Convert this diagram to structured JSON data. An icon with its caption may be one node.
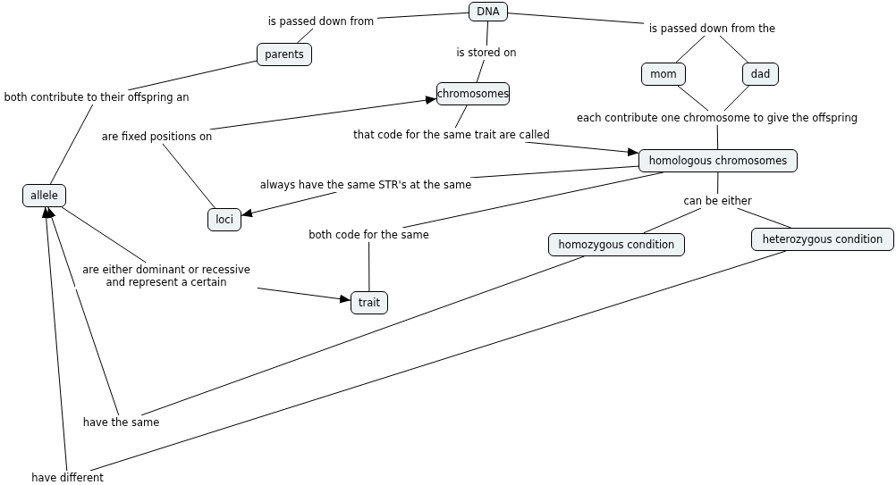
{
  "diagram": {
    "nodes": [
      {
        "text": [
          "DNA"
        ]
      },
      {
        "text": [
          "is passed down from"
        ]
      },
      {
        "text": [
          "is stored on"
        ]
      },
      {
        "text": [
          "is passed down from the"
        ]
      },
      {
        "text": [
          "parents"
        ]
      },
      {
        "text": [
          "mom"
        ]
      },
      {
        "text": [
          "dad"
        ]
      },
      {
        "text": [
          "chromosomes"
        ]
      },
      {
        "text": [
          "both contribute to their offspring an"
        ]
      },
      {
        "text": [
          "are fixed positions on"
        ]
      },
      {
        "text": [
          "that code for the same trait are called"
        ]
      },
      {
        "text": [
          "each contribute one chromosome to give the offspring"
        ]
      },
      {
        "text": [
          "homologous chromosomes"
        ]
      },
      {
        "text": [
          "allele"
        ]
      },
      {
        "text": [
          "always have the same STR's at the same"
        ]
      },
      {
        "text": [
          "loci"
        ]
      },
      {
        "text": [
          "can be either"
        ]
      },
      {
        "text": [
          "both code for the same"
        ]
      },
      {
        "text": [
          "homozygous condition"
        ]
      },
      {
        "text": [
          "heterozygous condition"
        ]
      },
      {
        "text": [
          "are either dominant or recessive and represent a certain"
        ]
      },
      {
        "text": [
          "trait"
        ]
      },
      {
        "text": [
          "have the same"
        ]
      },
      {
        "text": [
          "have different"
        ]
      }
    ],
    "edges": [
      {
        "from": 0,
        "to": 1,
        "arrow": "none"
      },
      {
        "from": 1,
        "to": 4,
        "arrow": "none"
      },
      {
        "from": 0,
        "to": 2,
        "arrow": "none"
      },
      {
        "from": 2,
        "to": 7,
        "arrow": "none"
      },
      {
        "from": 0,
        "to": 3,
        "arrow": "none"
      },
      {
        "from": 3,
        "to": 5,
        "arrow": "none"
      },
      {
        "from": 3,
        "to": 6,
        "arrow": "none"
      },
      {
        "from": 5,
        "to": 11,
        "arrow": "none"
      },
      {
        "from": 6,
        "to": 11,
        "arrow": "none"
      },
      {
        "from": 11,
        "to": 12,
        "arrow": "none"
      },
      {
        "from": 4,
        "to": 8,
        "arrow": "none"
      },
      {
        "from": 8,
        "to": 13,
        "arrow": "none"
      },
      {
        "from": 15,
        "to": 9,
        "arrow": "none"
      },
      {
        "from": 9,
        "to": 7,
        "arrow": "to"
      },
      {
        "from": 7,
        "to": 10,
        "arrow": "none"
      },
      {
        "from": 10,
        "to": 12,
        "arrow": "to"
      },
      {
        "from": 12,
        "to": 14,
        "arrow": "none"
      },
      {
        "from": 14,
        "to": 15,
        "arrow": "to"
      },
      {
        "from": 12,
        "to": 17,
        "arrow": "none"
      },
      {
        "from": 17,
        "to": 21,
        "arrow": "none"
      },
      {
        "from": 12,
        "to": 16,
        "arrow": "none"
      },
      {
        "from": 16,
        "to": 18,
        "arrow": "none"
      },
      {
        "from": 16,
        "to": 19,
        "arrow": "none"
      },
      {
        "from": 13,
        "to": 20,
        "arrow": "none"
      },
      {
        "from": 20,
        "to": 21,
        "arrow": "to"
      },
      {
        "from": 18,
        "to": 22,
        "arrow": "none"
      },
      {
        "from": 22,
        "to": 13,
        "arrow": "to"
      },
      {
        "from": 19,
        "to": 23,
        "arrow": "none"
      },
      {
        "from": 23,
        "to": 13,
        "arrow": "to"
      }
    ]
  }
}
